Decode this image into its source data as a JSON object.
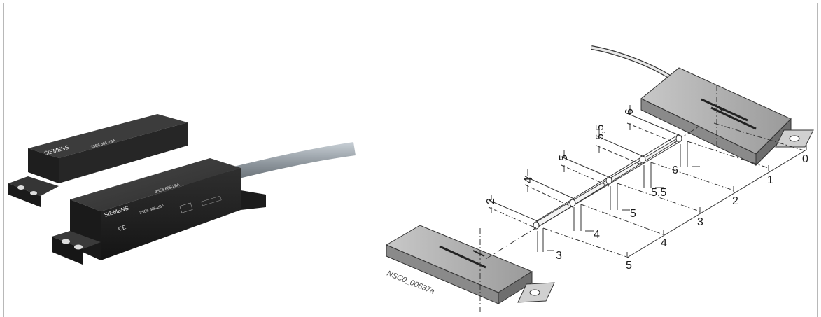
{
  "photo": {
    "brand_front": "SIEMENS",
    "brand_back": "SIEMENS",
    "front_line1": "3SE6 605-2BA",
    "front_line2": "3SE6 605-2BA",
    "front_mark": "CE"
  },
  "drawing": {
    "label_code": "NSC0_00637a",
    "top_labels": [
      "2",
      "4",
      "5",
      "5,5",
      "6"
    ],
    "side_labels": [
      "3",
      "4",
      "5",
      "5,5",
      "6"
    ],
    "scale_labels": [
      "0",
      "1",
      "2",
      "3",
      "4",
      "5"
    ]
  }
}
